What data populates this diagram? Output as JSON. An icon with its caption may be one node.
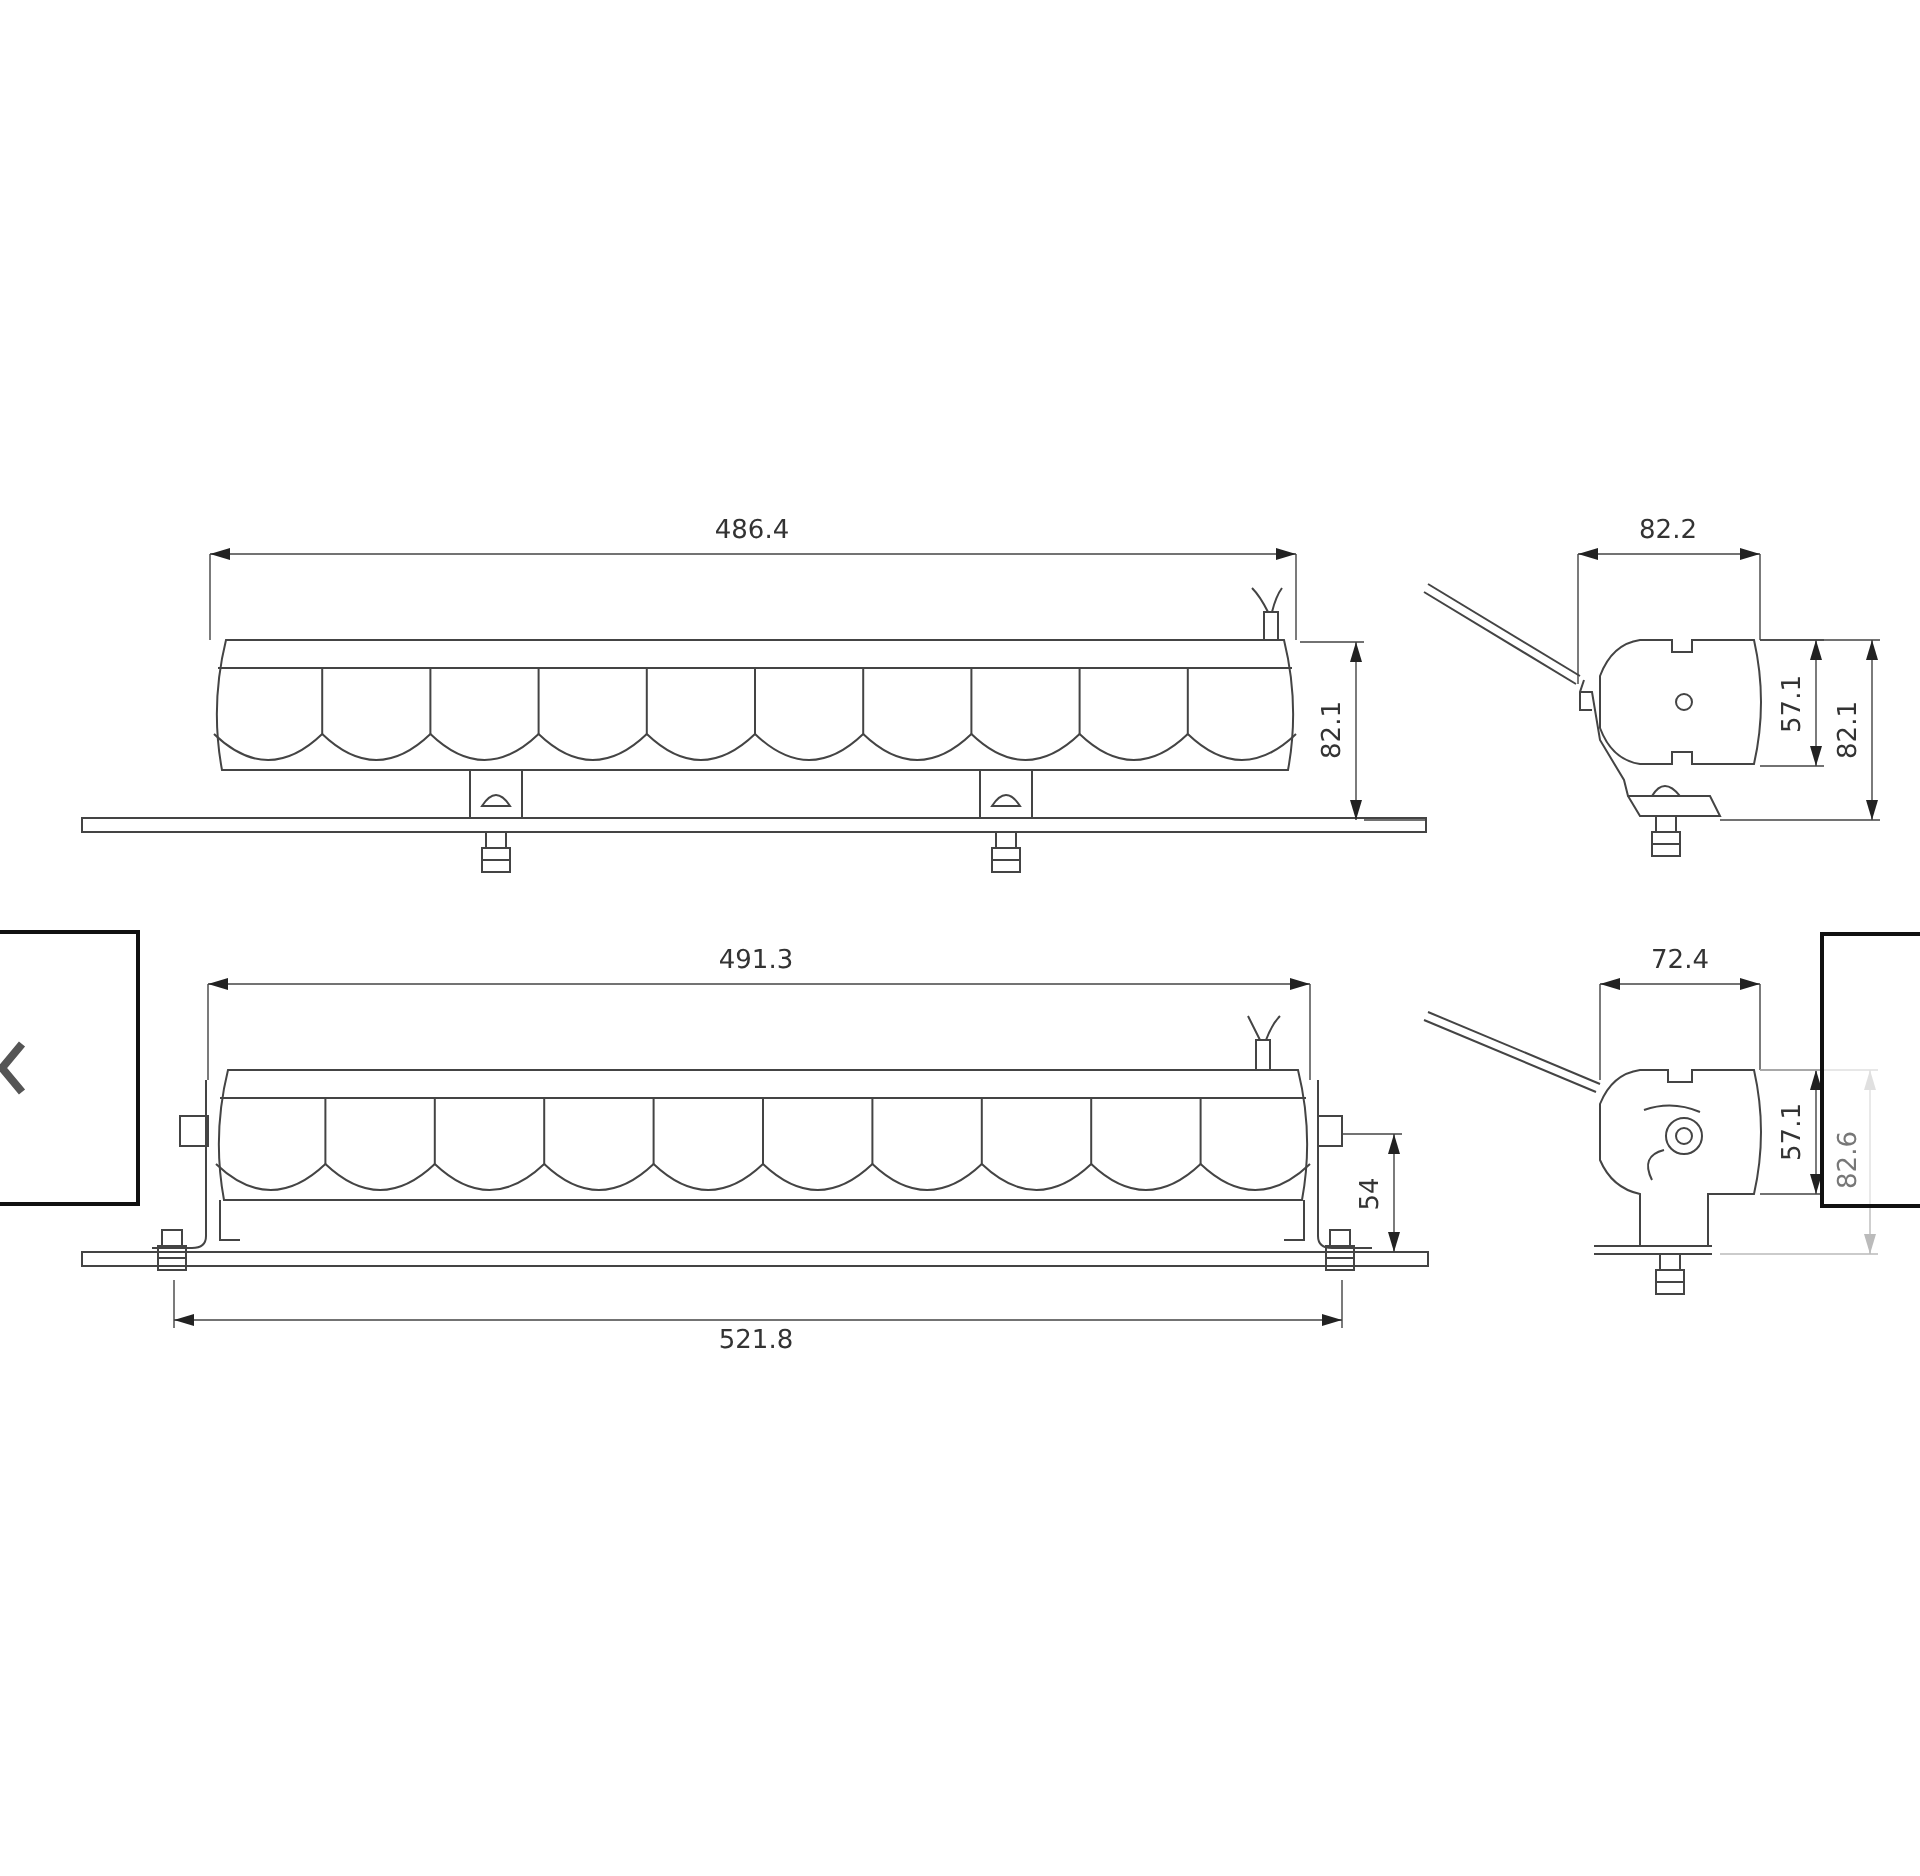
{
  "diagram": {
    "labels": [
      "486.4",
      "82.2",
      "57.1",
      "82.1",
      "82.1",
      "491.3",
      "72.4",
      "57.1",
      "82.6",
      "54",
      "521.8"
    ]
  }
}
